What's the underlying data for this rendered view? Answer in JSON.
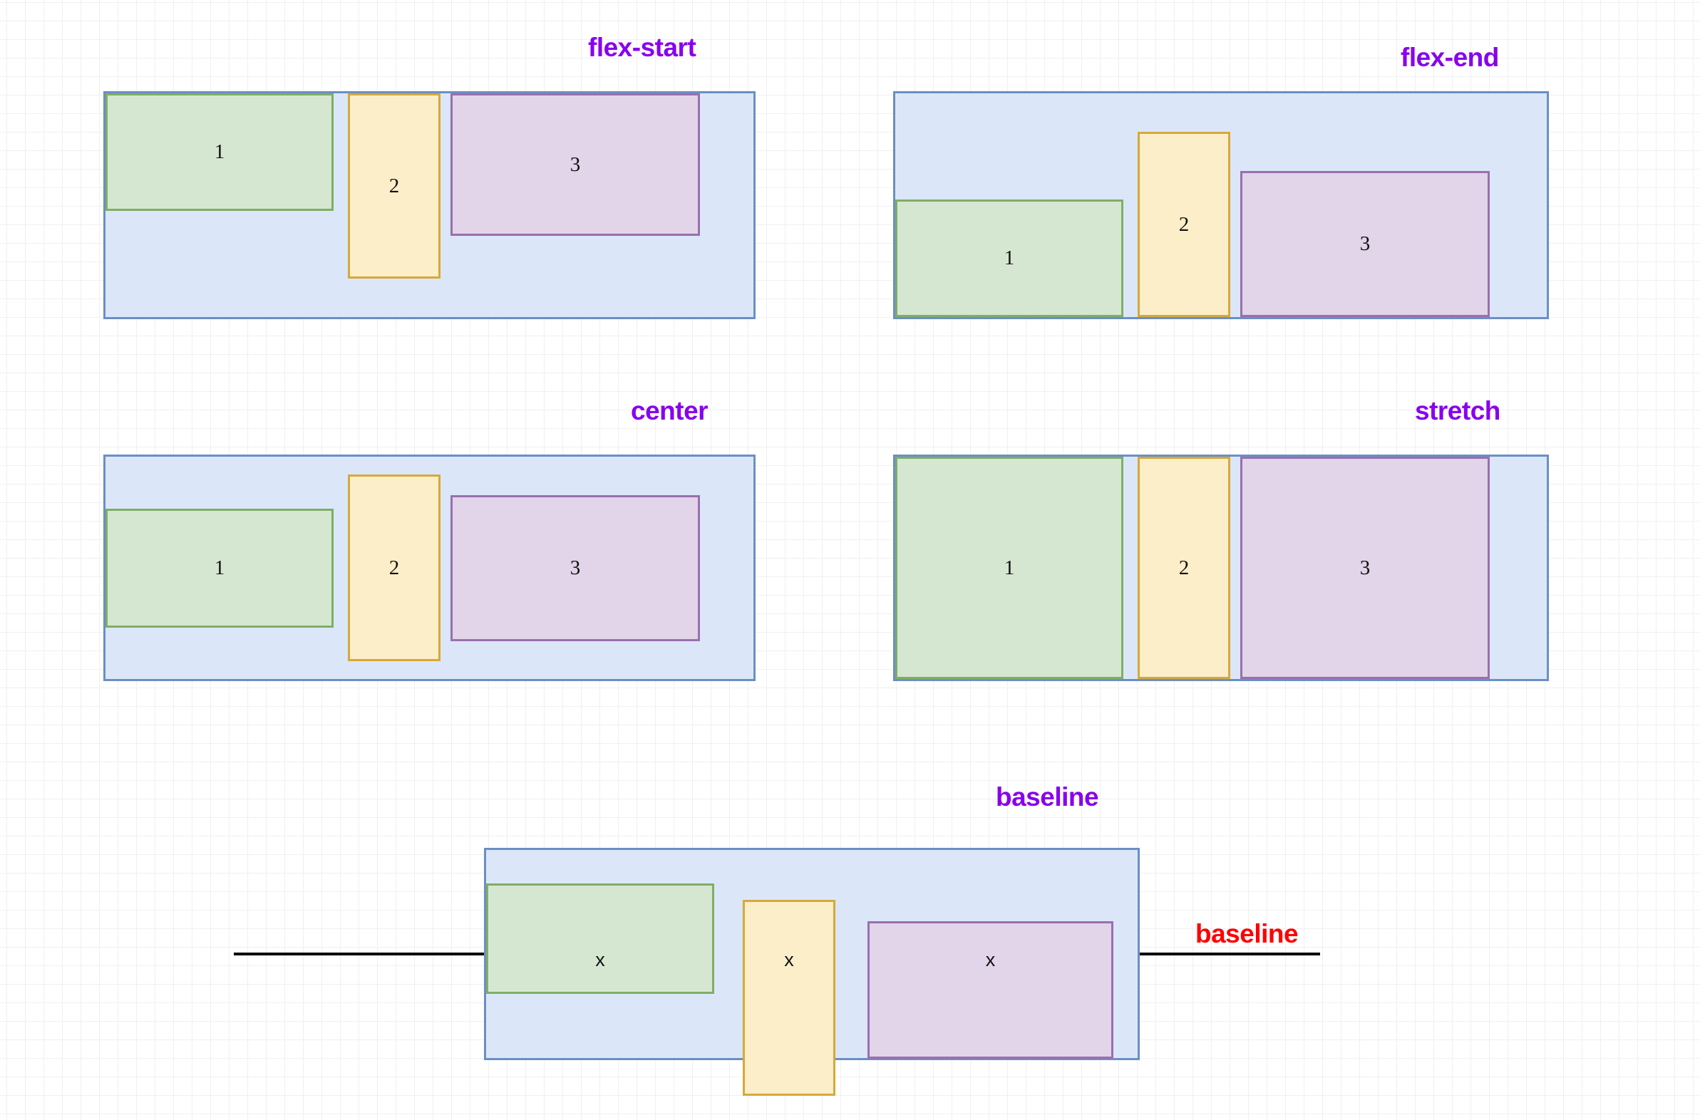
{
  "diagram": {
    "title_color": "#8800ee",
    "baseline_label_color": "#ff0000",
    "container_fill": "#dbe7f9",
    "container_border": "#6b8fc4",
    "item_colors": {
      "green_fill": "#d6e7d1",
      "green_border": "#7fae65",
      "yellow_fill": "#fdeeca",
      "yellow_border": "#d7a83a",
      "purple_fill": "#e2d4e9",
      "purple_border": "#9a6fae"
    }
  },
  "panels": {
    "flex_start": {
      "title": "flex-start",
      "items": [
        {
          "label": "1",
          "color": "green"
        },
        {
          "label": "2",
          "color": "yellow"
        },
        {
          "label": "3",
          "color": "purple"
        }
      ]
    },
    "flex_end": {
      "title": "flex-end",
      "items": [
        {
          "label": "1",
          "color": "green"
        },
        {
          "label": "2",
          "color": "yellow"
        },
        {
          "label": "3",
          "color": "purple"
        }
      ]
    },
    "center": {
      "title": "center",
      "items": [
        {
          "label": "1",
          "color": "green"
        },
        {
          "label": "2",
          "color": "yellow"
        },
        {
          "label": "3",
          "color": "purple"
        }
      ]
    },
    "stretch": {
      "title": "stretch",
      "items": [
        {
          "label": "1",
          "color": "green"
        },
        {
          "label": "2",
          "color": "yellow"
        },
        {
          "label": "3",
          "color": "purple"
        }
      ]
    },
    "baseline": {
      "title": "baseline",
      "line_label": "baseline",
      "items": [
        {
          "label": "x",
          "color": "green"
        },
        {
          "label": "x",
          "color": "yellow"
        },
        {
          "label": "x",
          "color": "purple"
        }
      ]
    }
  }
}
